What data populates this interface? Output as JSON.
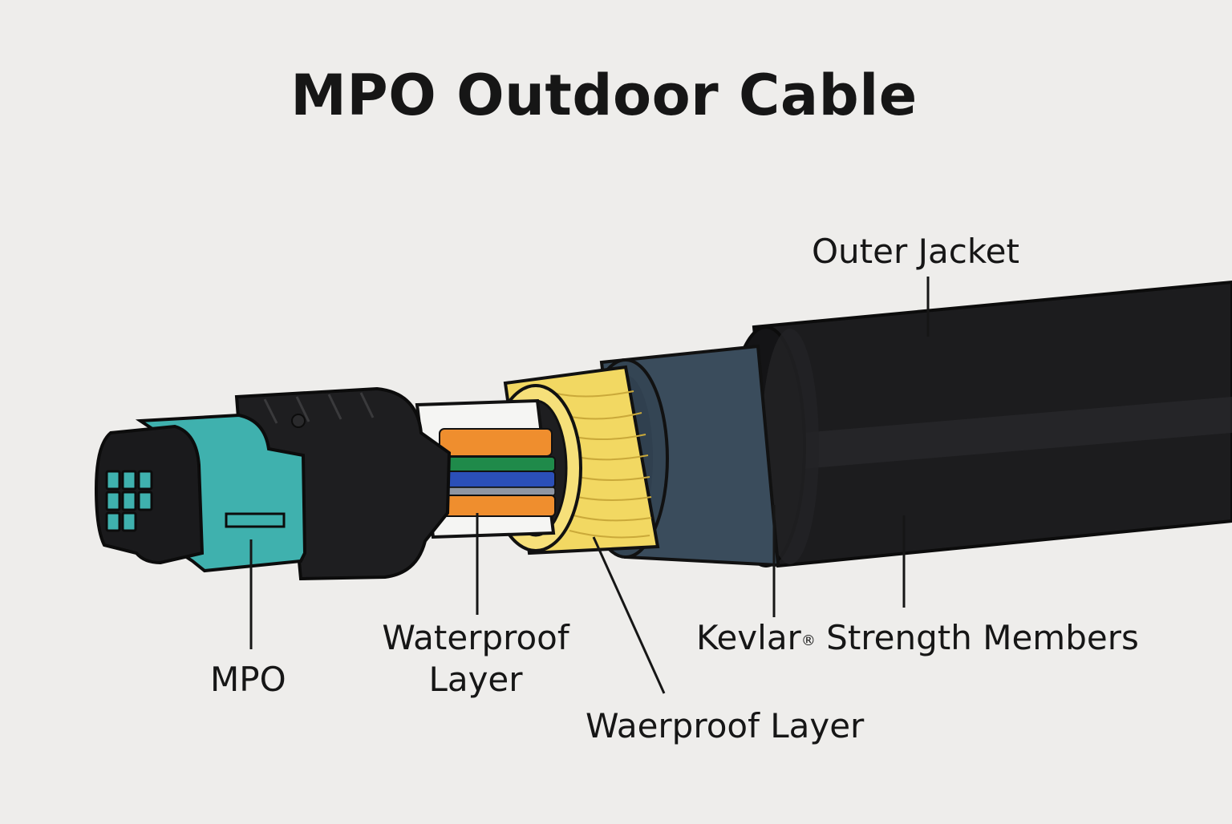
{
  "title": "MPO Outdoor Cable",
  "labels": {
    "outer_jacket": "Outer Jacket",
    "mpo": "MPO",
    "waterproof_line1": "Waterproof",
    "waterproof_line2": "Layer",
    "waerproof": "Waerproof Layer",
    "kevlar_name": "Kevlar",
    "kevlar_mark": "®",
    "kevlar_rest": " Strength Members"
  },
  "colors": {
    "background": "#eeedeb",
    "outer_jacket": "#1d1d1f",
    "inner_sheath": "#3a4c5c",
    "kevlar_yarn": "#f2d862",
    "connector_teal": "#3fb1ae",
    "connector_body": "#1c1c1e",
    "fiber_orange": "#ef8e2e",
    "fiber_green": "#1f8a4a",
    "fiber_blue": "#2b4fb8"
  }
}
